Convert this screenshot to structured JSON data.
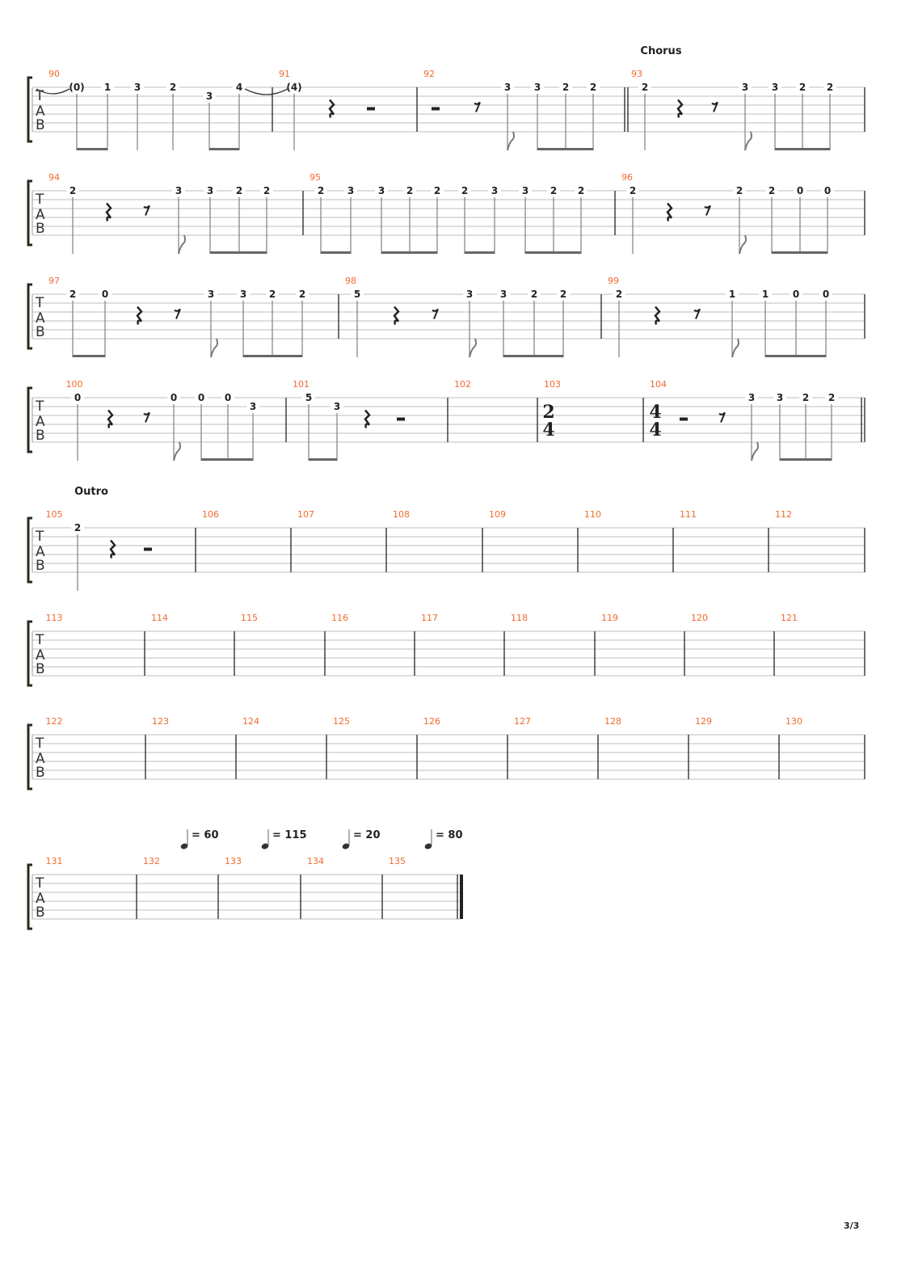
{
  "page": {
    "number": "3/3"
  },
  "tab_clef": {
    "t": "T",
    "a": "A",
    "b": "B"
  },
  "sections": [
    {
      "label": "Chorus",
      "measure": "93"
    },
    {
      "label": "Outro",
      "measure": "105"
    }
  ],
  "tempo_markings": [
    {
      "text": "= 60"
    },
    {
      "text": "= 115"
    },
    {
      "text": "= 20"
    },
    {
      "text": "= 80"
    }
  ],
  "systems": [
    {
      "measures": [
        {
          "number": "90",
          "events": [
            {
              "k": "n",
              "fret": "(0)",
              "str": 1
            },
            {
              "k": "n",
              "fret": "1",
              "str": 1
            },
            {
              "k": "n",
              "fret": "3",
              "str": 1
            },
            {
              "k": "n",
              "fret": "2",
              "str": 1
            },
            {
              "k": "n",
              "fret": "3",
              "str": 2
            },
            {
              "k": "n",
              "fret": "4",
              "str": 1
            }
          ]
        },
        {
          "number": "91",
          "events": [
            {
              "k": "n",
              "fret": "(4)",
              "str": 1
            },
            {
              "k": "r",
              "dur": "quarter"
            },
            {
              "k": "r",
              "dur": "half"
            }
          ]
        },
        {
          "number": "92",
          "events": [
            {
              "k": "r",
              "dur": "half"
            },
            {
              "k": "r",
              "dur": "eighth"
            },
            {
              "k": "n",
              "fret": "3",
              "str": 1
            },
            {
              "k": "n",
              "fret": "3",
              "str": 1
            },
            {
              "k": "n",
              "fret": "2",
              "str": 1
            },
            {
              "k": "n",
              "fret": "2",
              "str": 1
            }
          ]
        },
        {
          "number": "93",
          "events": [
            {
              "k": "n",
              "fret": "2",
              "str": 1
            },
            {
              "k": "r",
              "dur": "quarter"
            },
            {
              "k": "r",
              "dur": "eighth"
            },
            {
              "k": "n",
              "fret": "3",
              "str": 1
            },
            {
              "k": "n",
              "fret": "3",
              "str": 1
            },
            {
              "k": "n",
              "fret": "2",
              "str": 1
            },
            {
              "k": "n",
              "fret": "2",
              "str": 1
            }
          ]
        }
      ]
    },
    {
      "measures": [
        {
          "number": "94",
          "events": [
            {
              "k": "n",
              "fret": "2",
              "str": 1
            },
            {
              "k": "r",
              "dur": "quarter"
            },
            {
              "k": "r",
              "dur": "eighth"
            },
            {
              "k": "n",
              "fret": "3",
              "str": 1
            },
            {
              "k": "n",
              "fret": "3",
              "str": 1
            },
            {
              "k": "n",
              "fret": "2",
              "str": 1
            },
            {
              "k": "n",
              "fret": "2",
              "str": 1
            }
          ]
        },
        {
          "number": "95",
          "events": [
            {
              "k": "n",
              "fret": "2",
              "str": 1
            },
            {
              "k": "n",
              "fret": "3",
              "str": 1
            },
            {
              "k": "n",
              "fret": "3",
              "str": 1
            },
            {
              "k": "n",
              "fret": "2",
              "str": 1
            },
            {
              "k": "n",
              "fret": "2",
              "str": 1
            },
            {
              "k": "n",
              "fret": "2",
              "str": 1
            },
            {
              "k": "n",
              "fret": "3",
              "str": 1
            },
            {
              "k": "n",
              "fret": "3",
              "str": 1
            },
            {
              "k": "n",
              "fret": "2",
              "str": 1
            },
            {
              "k": "n",
              "fret": "2",
              "str": 1
            }
          ]
        },
        {
          "number": "96",
          "events": [
            {
              "k": "n",
              "fret": "2",
              "str": 1
            },
            {
              "k": "r",
              "dur": "quarter"
            },
            {
              "k": "r",
              "dur": "eighth"
            },
            {
              "k": "n",
              "fret": "2",
              "str": 1
            },
            {
              "k": "n",
              "fret": "2",
              "str": 1
            },
            {
              "k": "n",
              "fret": "0",
              "str": 1
            },
            {
              "k": "n",
              "fret": "0",
              "str": 1
            }
          ]
        }
      ]
    },
    {
      "measures": [
        {
          "number": "97",
          "events": [
            {
              "k": "n",
              "fret": "2",
              "str": 1
            },
            {
              "k": "n",
              "fret": "0",
              "str": 1
            },
            {
              "k": "r",
              "dur": "quarter"
            },
            {
              "k": "r",
              "dur": "eighth"
            },
            {
              "k": "n",
              "fret": "3",
              "str": 1
            },
            {
              "k": "n",
              "fret": "3",
              "str": 1
            },
            {
              "k": "n",
              "fret": "2",
              "str": 1
            },
            {
              "k": "n",
              "fret": "2",
              "str": 1
            }
          ]
        },
        {
          "number": "98",
          "events": [
            {
              "k": "n",
              "fret": "5",
              "str": 1
            },
            {
              "k": "r",
              "dur": "quarter"
            },
            {
              "k": "r",
              "dur": "eighth"
            },
            {
              "k": "n",
              "fret": "3",
              "str": 1
            },
            {
              "k": "n",
              "fret": "3",
              "str": 1
            },
            {
              "k": "n",
              "fret": "2",
              "str": 1
            },
            {
              "k": "n",
              "fret": "2",
              "str": 1
            }
          ]
        },
        {
          "number": "99",
          "events": [
            {
              "k": "n",
              "fret": "2",
              "str": 1
            },
            {
              "k": "r",
              "dur": "quarter"
            },
            {
              "k": "r",
              "dur": "eighth"
            },
            {
              "k": "n",
              "fret": "1",
              "str": 1
            },
            {
              "k": "n",
              "fret": "1",
              "str": 1
            },
            {
              "k": "n",
              "fret": "0",
              "str": 1
            },
            {
              "k": "n",
              "fret": "0",
              "str": 1
            }
          ]
        }
      ]
    },
    {
      "measures": [
        {
          "number": "100",
          "events": [
            {
              "k": "n",
              "fret": "0",
              "str": 1
            },
            {
              "k": "r",
              "dur": "quarter"
            },
            {
              "k": "r",
              "dur": "eighth"
            },
            {
              "k": "n",
              "fret": "0",
              "str": 1
            },
            {
              "k": "n",
              "fret": "0",
              "str": 1
            },
            {
              "k": "n",
              "fret": "0",
              "str": 1
            },
            {
              "k": "n",
              "fret": "3",
              "str": 2
            }
          ]
        },
        {
          "number": "101",
          "events": [
            {
              "k": "n",
              "fret": "5",
              "str": 1
            },
            {
              "k": "n",
              "fret": "3",
              "str": 2
            },
            {
              "k": "r",
              "dur": "quarter"
            },
            {
              "k": "r",
              "dur": "half"
            }
          ]
        },
        {
          "number": "102",
          "events": []
        },
        {
          "number": "103",
          "events": [
            {
              "k": "ts",
              "top": "2",
              "bottom": "4"
            }
          ]
        },
        {
          "number": "104",
          "events": [
            {
              "k": "ts",
              "top": "4",
              "bottom": "4"
            },
            {
              "k": "r",
              "dur": "half"
            },
            {
              "k": "r",
              "dur": "eighth"
            },
            {
              "k": "n",
              "fret": "3",
              "str": 1
            },
            {
              "k": "n",
              "fret": "3",
              "str": 1
            },
            {
              "k": "n",
              "fret": "2",
              "str": 1
            },
            {
              "k": "n",
              "fret": "2",
              "str": 1
            }
          ]
        }
      ]
    },
    {
      "measures": [
        {
          "number": "105",
          "events": [
            {
              "k": "n",
              "fret": "2",
              "str": 1
            },
            {
              "k": "r",
              "dur": "quarter"
            },
            {
              "k": "r",
              "dur": "half"
            }
          ]
        },
        {
          "number": "106",
          "events": []
        },
        {
          "number": "107",
          "events": []
        },
        {
          "number": "108",
          "events": []
        },
        {
          "number": "109",
          "events": []
        },
        {
          "number": "110",
          "events": []
        },
        {
          "number": "111",
          "events": []
        },
        {
          "number": "112",
          "events": []
        }
      ]
    },
    {
      "measures": [
        {
          "number": "113",
          "events": []
        },
        {
          "number": "114",
          "events": []
        },
        {
          "number": "115",
          "events": []
        },
        {
          "number": "116",
          "events": []
        },
        {
          "number": "117",
          "events": []
        },
        {
          "number": "118",
          "events": []
        },
        {
          "number": "119",
          "events": []
        },
        {
          "number": "120",
          "events": []
        },
        {
          "number": "121",
          "events": []
        }
      ]
    },
    {
      "measures": [
        {
          "number": "122",
          "events": []
        },
        {
          "number": "123",
          "events": []
        },
        {
          "number": "124",
          "events": []
        },
        {
          "number": "125",
          "events": []
        },
        {
          "number": "126",
          "events": []
        },
        {
          "number": "127",
          "events": []
        },
        {
          "number": "128",
          "events": []
        },
        {
          "number": "129",
          "events": []
        },
        {
          "number": "130",
          "events": []
        }
      ]
    },
    {
      "measures": [
        {
          "number": "131",
          "events": []
        },
        {
          "number": "132",
          "events": []
        },
        {
          "number": "133",
          "events": []
        },
        {
          "number": "134",
          "events": []
        },
        {
          "number": "135",
          "events": []
        }
      ]
    }
  ]
}
